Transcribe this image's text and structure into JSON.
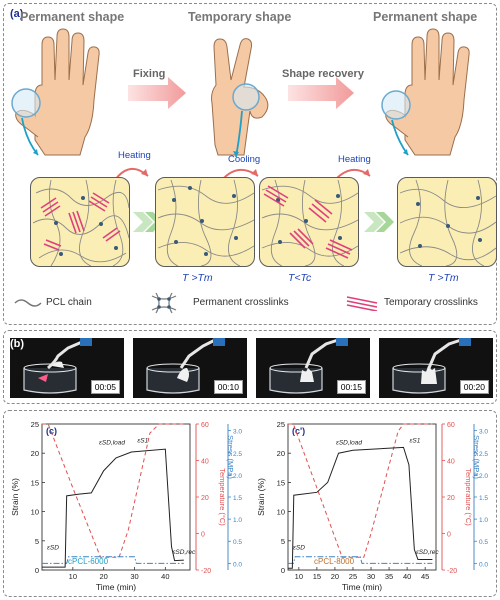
{
  "panel_a": {
    "tag": "(a)",
    "titles": [
      "Permanent shape",
      "Temporary shape",
      "Permanent shape"
    ],
    "steps": [
      "Fixing",
      "Shape recovery"
    ],
    "heating_1": "Heating",
    "cooling": "Cooling",
    "heating_2": "Heating",
    "temps": [
      "T >Tm",
      "T<Tc",
      "T >Tm"
    ],
    "legend": [
      "PCL chain",
      "Permanent crosslinks",
      "Temporary crosslinks"
    ]
  },
  "panel_b": {
    "tag": "(b)",
    "timestamps": [
      "00:05",
      "00:10",
      "00:15",
      "00:20"
    ]
  },
  "panel_c": {
    "tag": "(c)",
    "sample": "cPCL-6000",
    "xlabel": "Time (min)",
    "ylabel_left": "Strain (%)",
    "ylabel_temp": "Temperature (°C)",
    "ylabel_stress": "Stress (MPa)",
    "annotations": [
      "εSD",
      "εSD,load",
      "εS1",
      "εSD,rec"
    ]
  },
  "panel_c2": {
    "tag": "(c')",
    "sample": "cPCL-8000",
    "xlabel": "Time (min)",
    "ylabel_left": "Strain (%)",
    "ylabel_temp": "Temperature (°C)",
    "ylabel_stress": "Stress (MPa)",
    "annotations": [
      "εSD",
      "εSD,load",
      "εS1",
      "εSD,rec"
    ]
  },
  "chart_data": [
    {
      "type": "line",
      "title": "",
      "xlabel": "Time (min)",
      "ylabel": "Strain (%)",
      "xlim": [
        0,
        48
      ],
      "ylim": [
        0,
        25
      ],
      "xticks": [
        10,
        20,
        30,
        40
      ],
      "yticks": [
        0,
        5,
        10,
        15,
        20,
        25
      ],
      "y2_ticks": [
        -20,
        0,
        20,
        40,
        60
      ],
      "y3_ticks": [
        0.0,
        0.5,
        1.0,
        1.5,
        2.0,
        2.5,
        3.0
      ],
      "series": [
        {
          "name": "Strain",
          "color": "#222222",
          "x": [
            0,
            7.5,
            8,
            12,
            16,
            20,
            24,
            29,
            40,
            42,
            43,
            46
          ],
          "y": [
            0.5,
            0.5,
            12.7,
            13,
            13.2,
            17,
            19.2,
            20.2,
            20.7,
            4,
            1.6,
            1.7
          ]
        },
        {
          "name": "Temperature",
          "color": "#e05050",
          "x": [
            0,
            2,
            10,
            19,
            25,
            28,
            35,
            38,
            46
          ],
          "y": [
            60,
            60,
            25,
            -13,
            -13,
            2,
            55,
            60,
            60
          ]
        },
        {
          "name": "Stress",
          "color": "#3b82c4",
          "x": [
            0,
            8,
            8.6,
            30,
            30.6,
            46
          ],
          "y": [
            0,
            0,
            0.15,
            0.15,
            0,
            0
          ]
        }
      ]
    },
    {
      "type": "line",
      "title": "",
      "xlabel": "Time (min)",
      "ylabel": "Strain (%)",
      "xlim": [
        7,
        48
      ],
      "ylim": [
        0,
        25
      ],
      "xticks": [
        10,
        15,
        20,
        25,
        30,
        35,
        40,
        45
      ],
      "yticks": [
        0,
        5,
        10,
        15,
        20,
        25
      ],
      "y2_ticks": [
        -20,
        0,
        20,
        40,
        60
      ],
      "y3_ticks": [
        0.0,
        0.5,
        1.0,
        1.5,
        2.0,
        2.5,
        3.0
      ],
      "series": [
        {
          "name": "Strain",
          "color": "#222222",
          "x": [
            7,
            8.2,
            8.6,
            15,
            18,
            21,
            25,
            39,
            40.5,
            42,
            43,
            47
          ],
          "y": [
            0.3,
            0.3,
            12.8,
            13.3,
            15,
            20,
            20.5,
            21,
            18,
            3.5,
            1.8,
            1.8
          ]
        },
        {
          "name": "Temperature",
          "color": "#e05050",
          "x": [
            7,
            8.5,
            15,
            22,
            28,
            30,
            37.5,
            39,
            47
          ],
          "y": [
            60,
            60,
            25,
            -13,
            -13,
            0,
            56,
            60,
            60
          ]
        },
        {
          "name": "Stress",
          "color": "#3b82c4",
          "x": [
            7,
            8.5,
            9,
            27,
            27.5,
            47
          ],
          "y": [
            0,
            0,
            0.15,
            0.15,
            0,
            0
          ]
        }
      ]
    }
  ]
}
